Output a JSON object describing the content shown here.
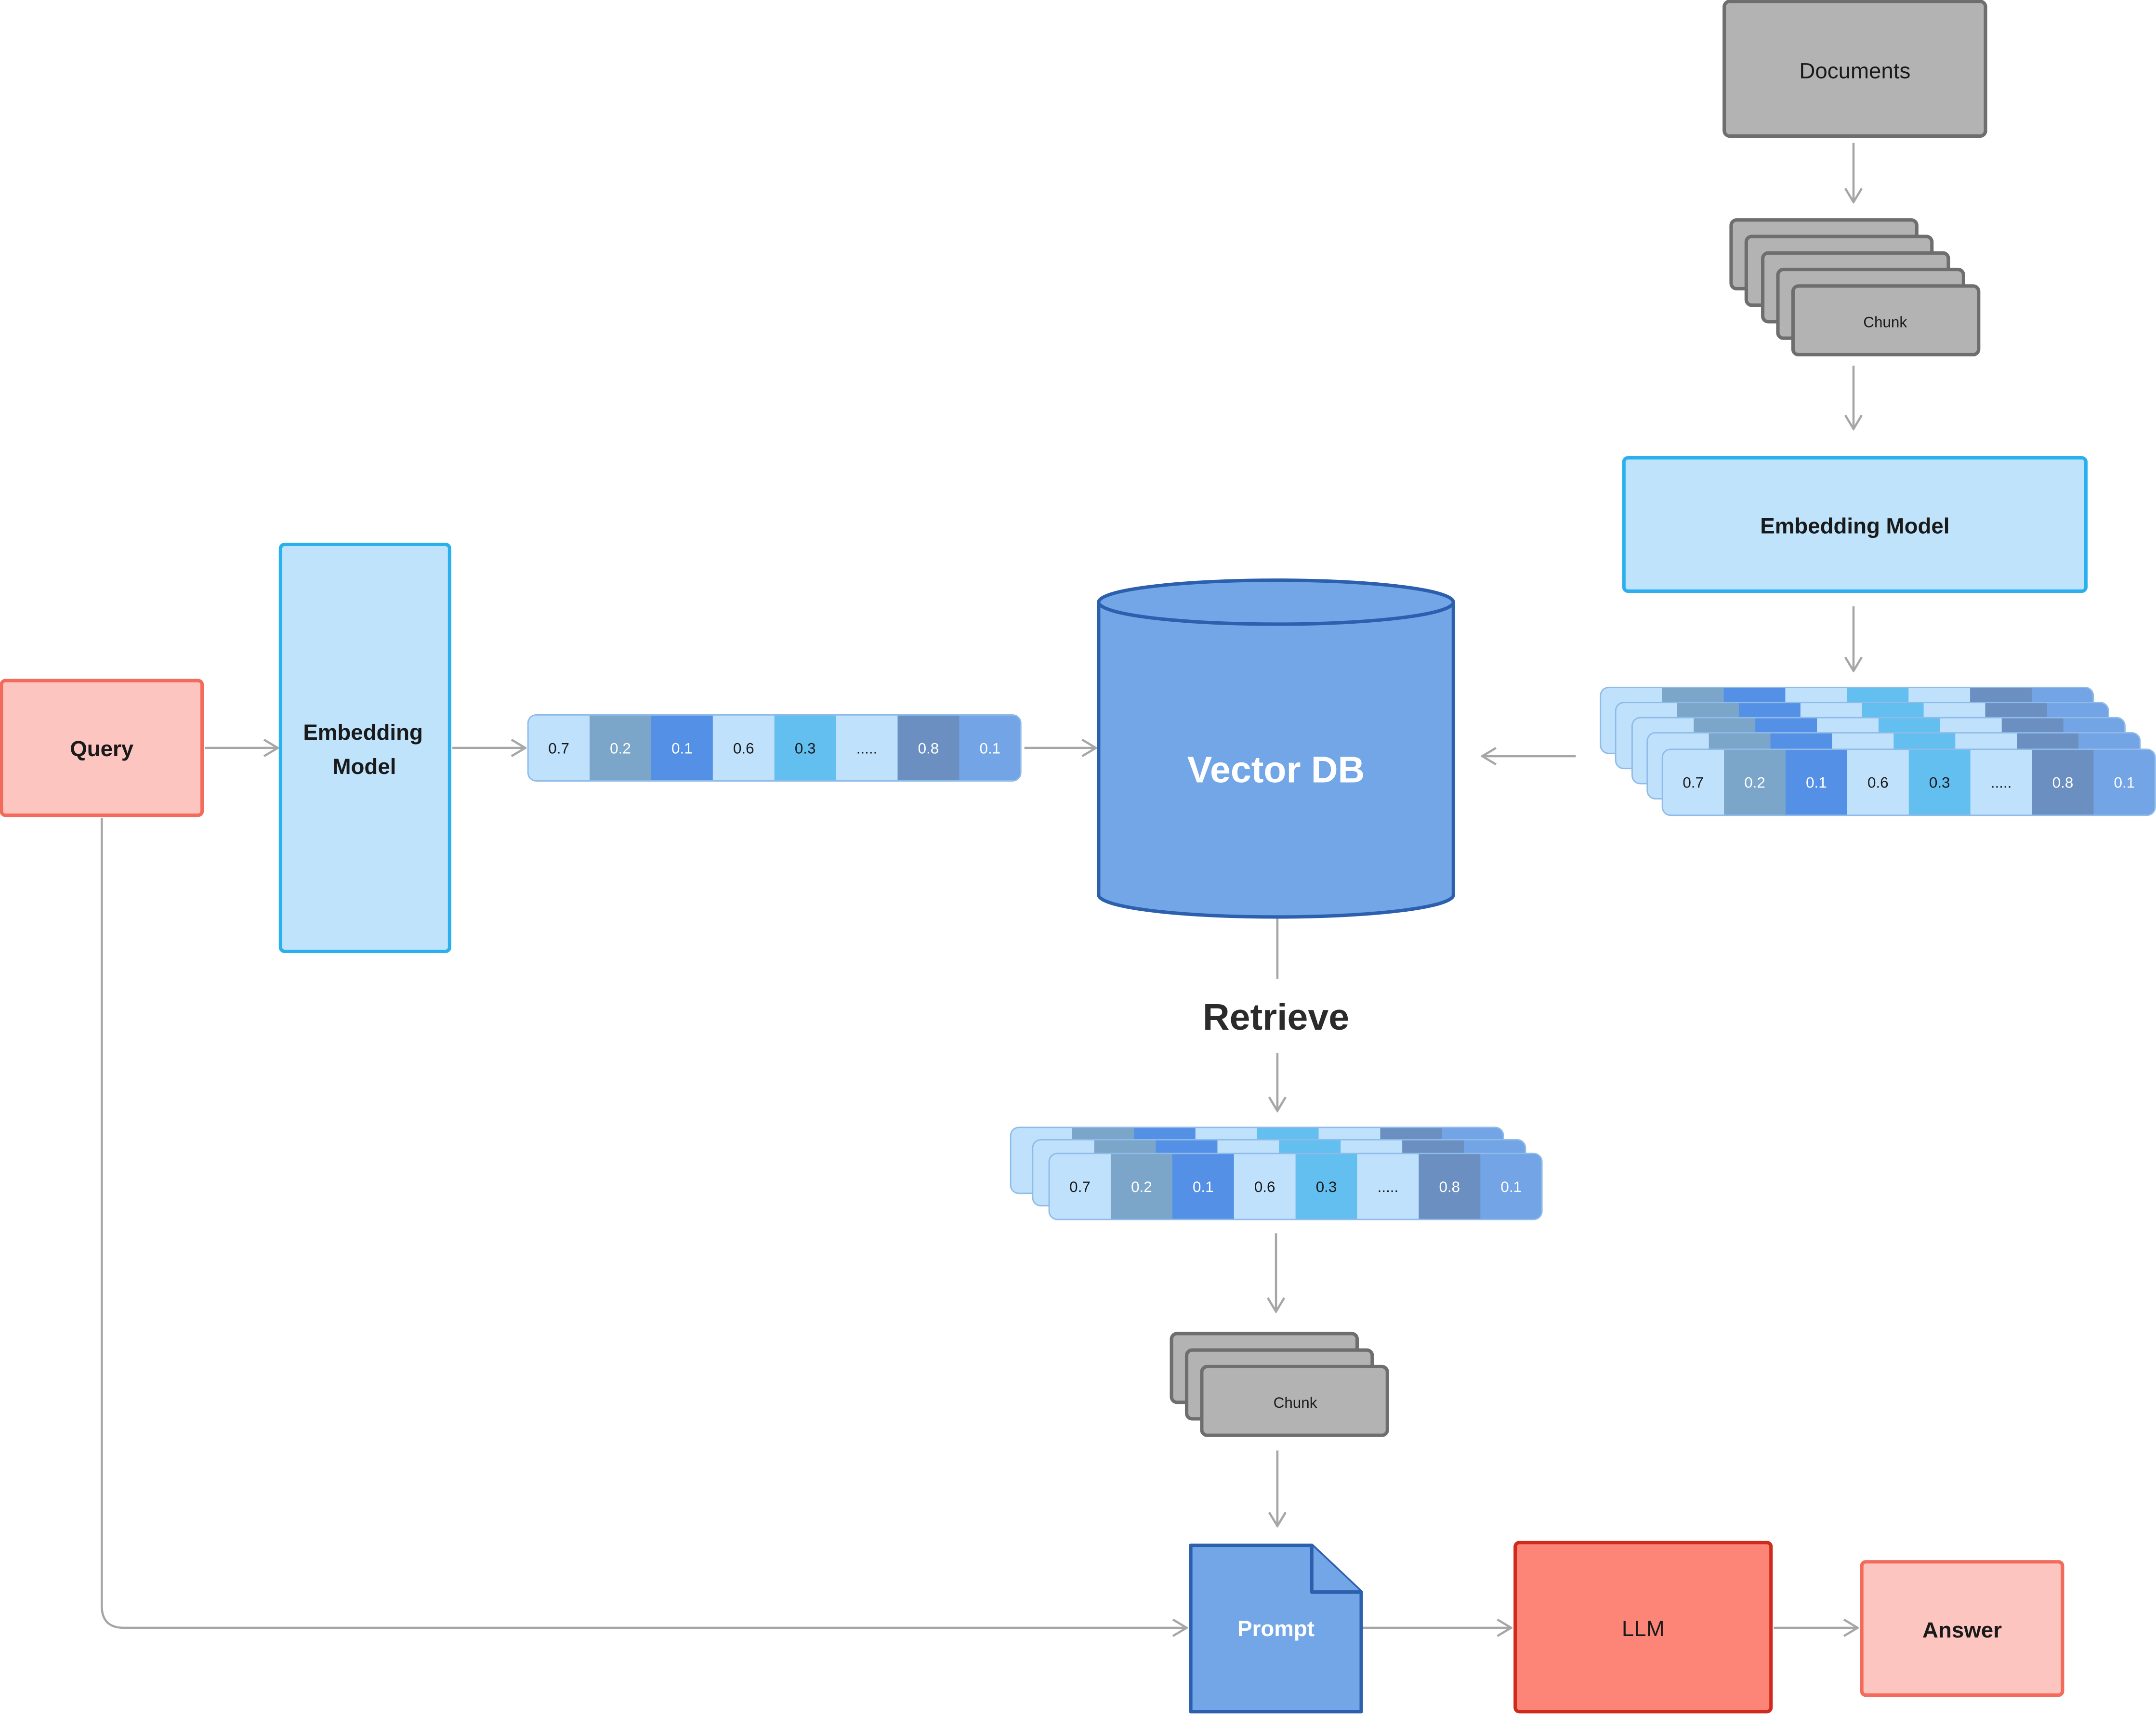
{
  "nodes": {
    "documents": "Documents",
    "chunk_top": "Chunk",
    "embedding_model_top": "Embedding Model",
    "query": "Query",
    "embedding_model_left_line1": "Embedding",
    "embedding_model_left_line2": "Model",
    "vector_db": "Vector DB",
    "retrieve": "Retrieve",
    "chunk_bottom": "Chunk",
    "prompt": "Prompt",
    "llm": "LLM",
    "answer": "Answer"
  },
  "vector": {
    "values": [
      "0.7",
      "0.2",
      "0.1",
      "0.6",
      "0.3",
      ".....",
      "0.8",
      "0.1"
    ],
    "cell_colors": [
      "#bfe1fb",
      "#7ba6c9",
      "#5490e6",
      "#bfe1fb",
      "#62bfef",
      "#bfe1fb",
      "#6a8fc0",
      "#72a4e6"
    ],
    "text_colors": [
      "#1a1a1a",
      "#ffffff",
      "#ffffff",
      "#1a1a1a",
      "#1a1a1a",
      "#1a1a1a",
      "#ffffff",
      "#ffffff"
    ]
  },
  "colors": {
    "gray_fill": "#b3b3b3",
    "gray_stroke": "#6e6e6e",
    "light_blue_fill": "#bfe3fb",
    "light_blue_stroke": "#2bb0ee",
    "blue_fill": "#72a6e6",
    "blue_stroke": "#2c5fae",
    "query_fill": "#fdc5c0",
    "query_stroke": "#f26b5b",
    "llm_fill": "#fd8577",
    "llm_stroke": "#cf2a1c",
    "arrow": "#a6a6a6"
  }
}
